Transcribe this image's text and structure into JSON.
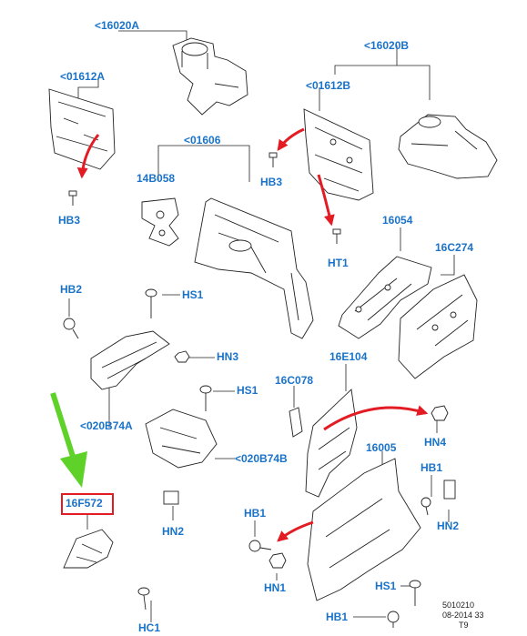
{
  "labels": {
    "l16020A": "<16020A",
    "l01612A": "<01612A",
    "l16020B": "<16020B",
    "l01612B": "<01612B",
    "l01606": "<01606",
    "l14B058": "14B058",
    "lHB3a": "HB3",
    "lHB3b": "HB3",
    "lHT1": "HT1",
    "l16054": "16054",
    "l16C274": "16C274",
    "lHB2a": "HB2",
    "lHS1a": "HS1",
    "lHN3": "HN3",
    "lHS1b": "HS1",
    "l020B74A": "<020B74A",
    "l020B74B": "<020B74B",
    "l16C078": "16C078",
    "l16E104": "16E104",
    "lHN4": "HN4",
    "l16005": "16005",
    "lHB1a": "HB1",
    "lHB1b": "HB1",
    "lHN2a": "HN2",
    "lHN2b": "HN2",
    "lHN1": "HN1",
    "lHS1c": "HS1",
    "lHB1c": "HB1",
    "l16F572": "16F572",
    "lHC1": "HC1"
  },
  "reference": {
    "line1": "5010210",
    "line2": "08-2014 33",
    "line3": "T9"
  },
  "colors": {
    "label": "#1a73c9",
    "arrow_red": "#e31b23",
    "arrow_green": "#5fd22a",
    "linework": "#222222"
  },
  "icons": {
    "pointer": "green-arrow-icon",
    "flow": "red-arrow-icon"
  }
}
